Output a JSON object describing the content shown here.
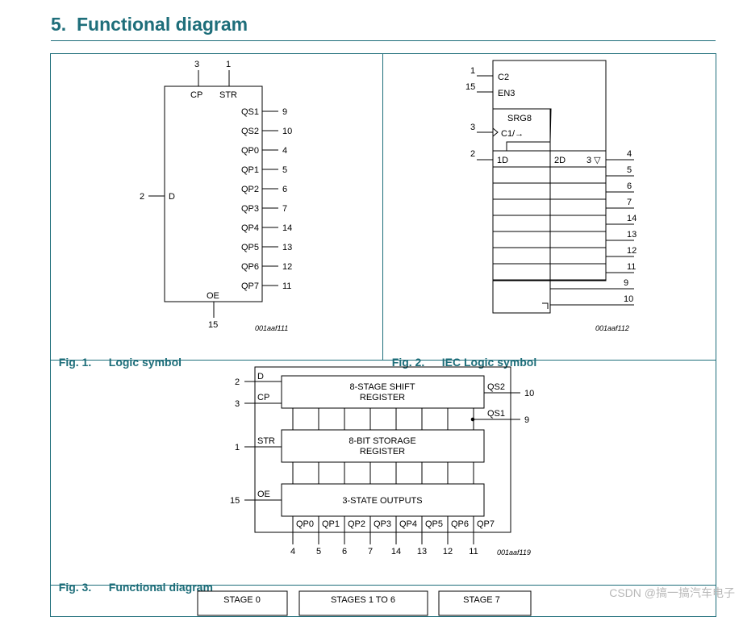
{
  "section": {
    "number": "5.",
    "title": "Functional diagram"
  },
  "fig1": {
    "caption_num": "Fig. 1.",
    "caption_title": "Logic symbol",
    "code": "001aaf111",
    "top_pins": [
      {
        "num": "3",
        "label": "CP"
      },
      {
        "num": "1",
        "label": "STR"
      }
    ],
    "left_pin": {
      "num": "2",
      "label": "D"
    },
    "right_pins": [
      {
        "label": "QS1",
        "num": "9"
      },
      {
        "label": "QS2",
        "num": "10"
      },
      {
        "label": "QP0",
        "num": "4"
      },
      {
        "label": "QP1",
        "num": "5"
      },
      {
        "label": "QP2",
        "num": "6"
      },
      {
        "label": "QP3",
        "num": "7"
      },
      {
        "label": "QP4",
        "num": "14"
      },
      {
        "label": "QP5",
        "num": "13"
      },
      {
        "label": "QP6",
        "num": "12"
      },
      {
        "label": "QP7",
        "num": "11"
      }
    ],
    "bottom_pin": {
      "num": "15",
      "label": "OE"
    }
  },
  "fig2": {
    "caption_num": "Fig. 2.",
    "caption_title": "IEC Logic symbol",
    "code": "001aaf112",
    "control_inputs": [
      {
        "num": "1",
        "label": "C2"
      },
      {
        "num": "15",
        "label": "EN3"
      }
    ],
    "srg_label": "SRG8",
    "clock_input": {
      "num": "3",
      "label": "C1/→"
    },
    "data_input": {
      "num": "2",
      "label": "1D"
    },
    "output_qualifier": "2D",
    "output_symbol": "3 ▽",
    "outputs": [
      "4",
      "5",
      "6",
      "7",
      "14",
      "13",
      "12",
      "11"
    ],
    "serial_outputs": [
      "9",
      "10"
    ]
  },
  "fig3": {
    "caption_num": "Fig. 3.",
    "caption_title": "Functional diagram",
    "code": "001aaf119",
    "inputs": [
      {
        "num": "2",
        "label": "D"
      },
      {
        "num": "3",
        "label": "CP"
      },
      {
        "num": "1",
        "label": "STR"
      },
      {
        "num": "15",
        "label": "OE"
      }
    ],
    "blocks": {
      "shift_line1": "8-STAGE SHIFT",
      "shift_line2": "REGISTER",
      "storage_line1": "8-BIT STORAGE",
      "storage_line2": "REGISTER",
      "outputs_label": "3-STATE OUTPUTS"
    },
    "serial_outputs": [
      {
        "label": "QS2",
        "num": "10"
      },
      {
        "label": "QS1",
        "num": "9"
      }
    ],
    "parallel_outputs": [
      {
        "label": "QP0",
        "num": "4"
      },
      {
        "label": "QP1",
        "num": "5"
      },
      {
        "label": "QP2",
        "num": "6"
      },
      {
        "label": "QP3",
        "num": "7"
      },
      {
        "label": "QP4",
        "num": "14"
      },
      {
        "label": "QP5",
        "num": "13"
      },
      {
        "label": "QP6",
        "num": "12"
      },
      {
        "label": "QP7",
        "num": "11"
      }
    ]
  },
  "fig4_stages": [
    "STAGE 0",
    "STAGES 1 TO 6",
    "STAGE 7"
  ],
  "watermark": "CSDN @搞一搞汽车电子"
}
